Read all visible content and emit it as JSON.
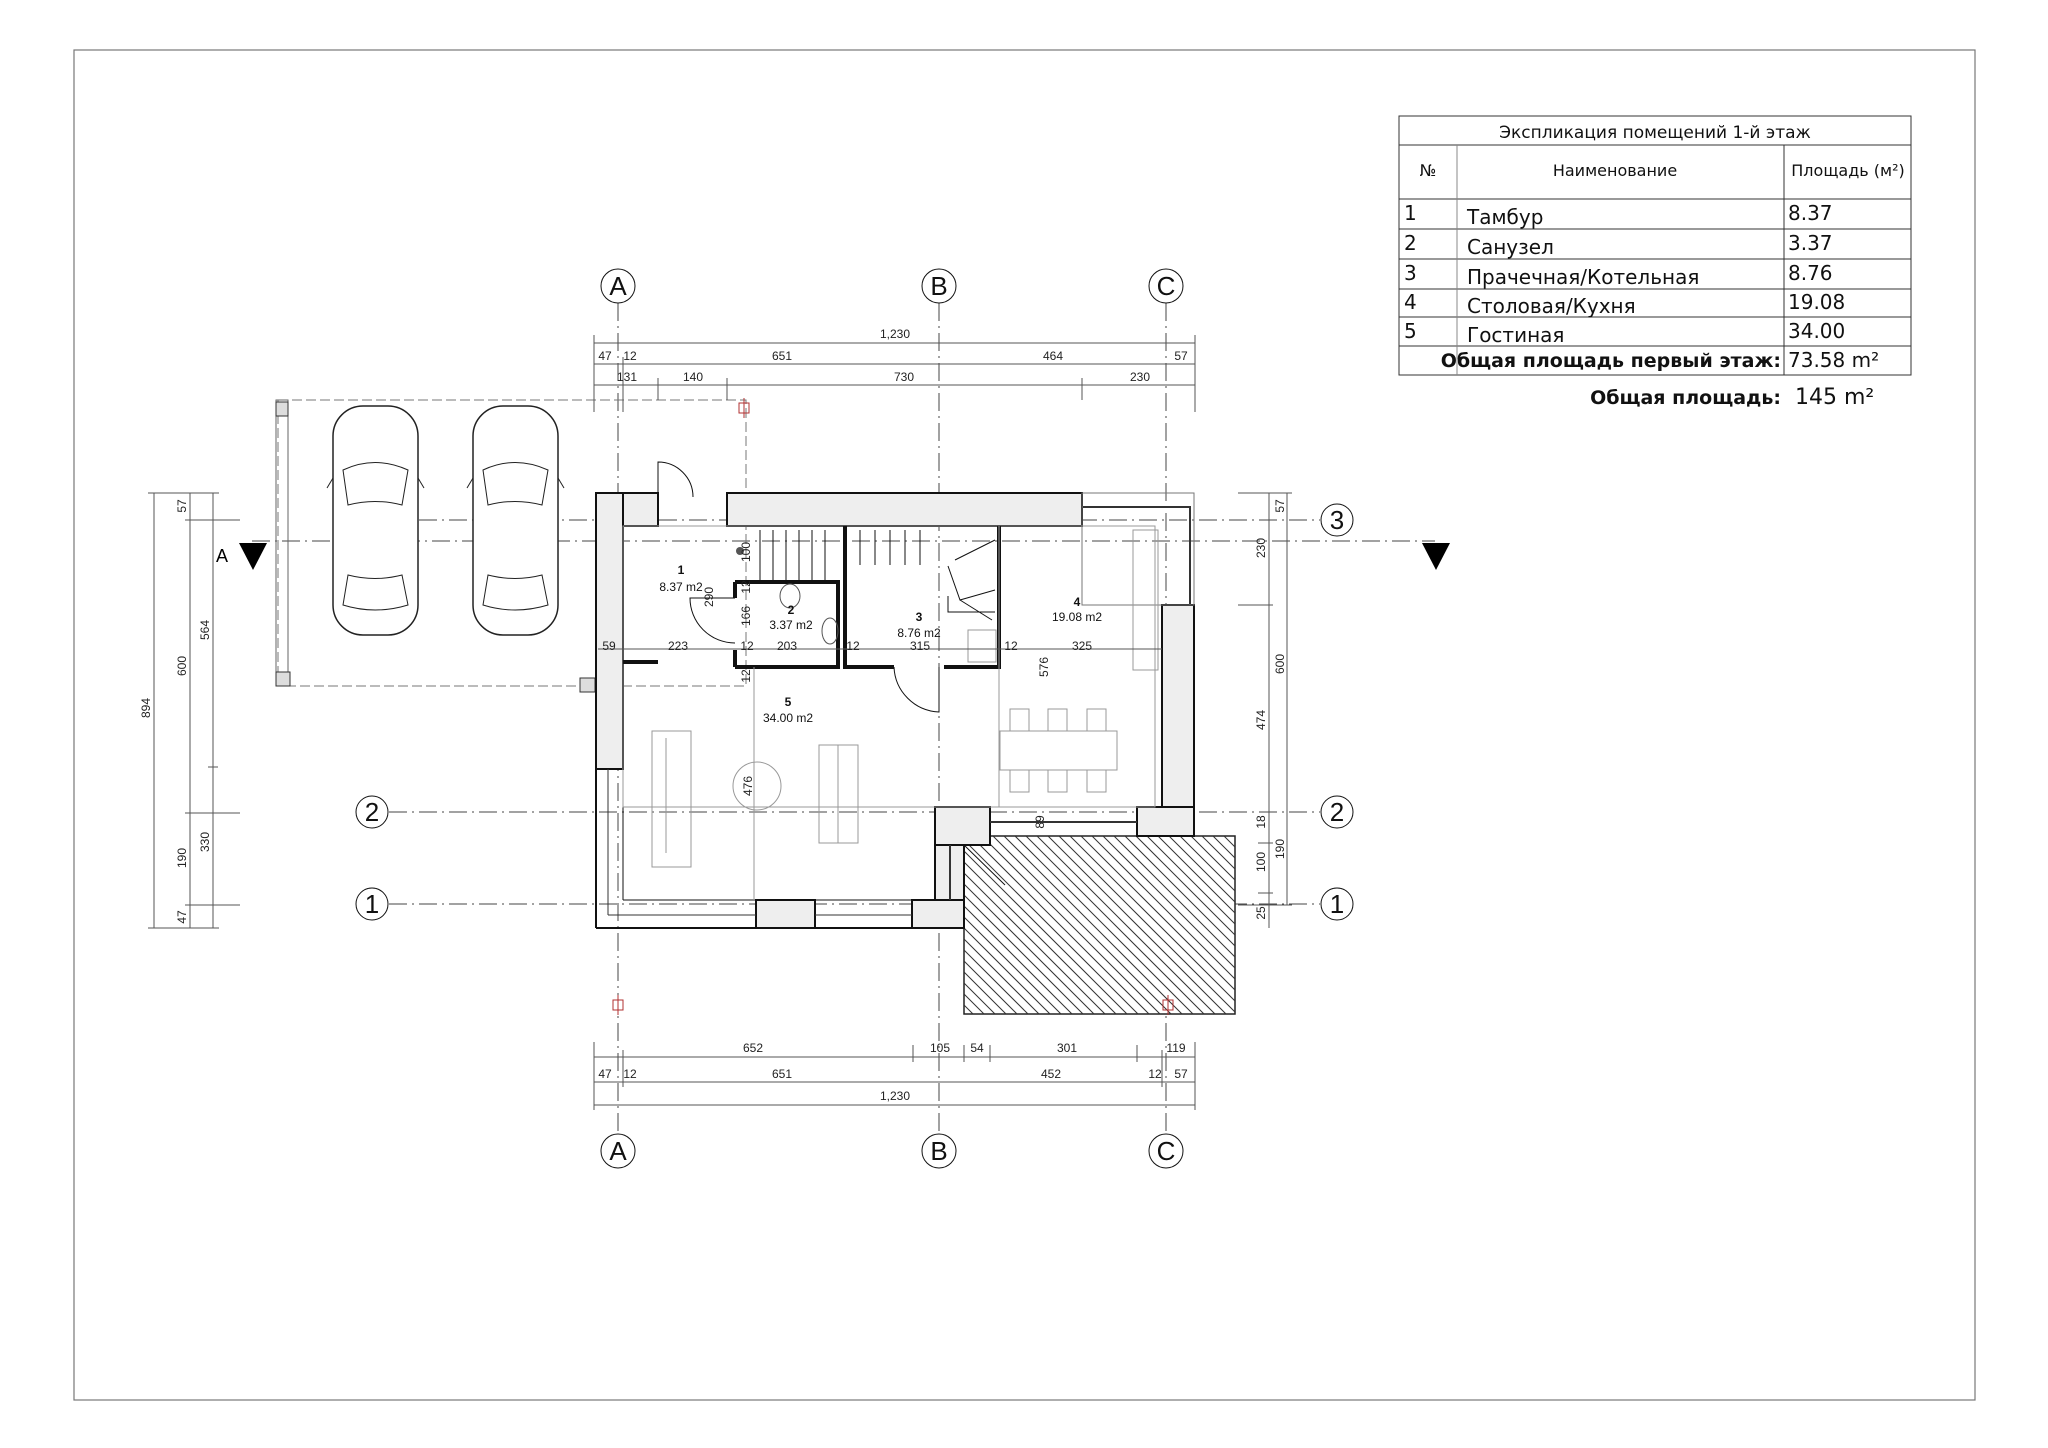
{
  "explication": {
    "title": "Экспликация помещений 1-й этаж",
    "headers": {
      "num": "№",
      "name": "Наименование",
      "area": "Площадь (м²)"
    },
    "rows": [
      {
        "num": "1",
        "name": "Тамбур",
        "area": "8.37"
      },
      {
        "num": "2",
        "name": "Санузел",
        "area": "3.37"
      },
      {
        "num": "3",
        "name": "Прачечная/Котельная",
        "area": "8.76"
      },
      {
        "num": "4",
        "name": "Столовая/Кухня",
        "area": "19.08"
      },
      {
        "num": "5",
        "name": "Гостиная",
        "area": "34.00"
      }
    ],
    "floor_total_label": "Общая площадь первый этаж:",
    "floor_total_value": "73.58 m²",
    "total_label": "Общая площадь:",
    "total_value": "145 m²"
  },
  "axes": {
    "A": "A",
    "B": "B",
    "C": "C",
    "one": "1",
    "two": "2",
    "three": "3"
  },
  "section_mark": "A",
  "rooms": [
    {
      "num": "1",
      "area": "8.37 m2"
    },
    {
      "num": "2",
      "area": "3.37 m2"
    },
    {
      "num": "3",
      "area": "8.76 m2"
    },
    {
      "num": "4",
      "area": "19.08 m2"
    },
    {
      "num": "5",
      "area": "34.00 m2"
    }
  ],
  "dims": {
    "top": [
      "1,230",
      "47",
      "12",
      "651",
      "464",
      "57",
      "131",
      "140",
      "730",
      "230"
    ],
    "bottom": [
      "652",
      "105",
      "54",
      "301",
      "119",
      "47",
      "12",
      "651",
      "452",
      "12",
      "57",
      "1,230"
    ],
    "left": [
      "894",
      "57",
      "600",
      "190",
      "47",
      "564",
      "330"
    ],
    "right": [
      "57",
      "230",
      "474",
      "600",
      "18",
      "100",
      "190",
      "25"
    ],
    "interior": [
      "59",
      "223",
      "12",
      "203",
      "12",
      "315",
      "12",
      "325",
      "290",
      "166",
      "12",
      "12",
      "100",
      "576",
      "476",
      "89"
    ]
  },
  "colors": {
    "line": "#111111",
    "insulation": "#eeeeee",
    "column_marker": "#b03030"
  }
}
